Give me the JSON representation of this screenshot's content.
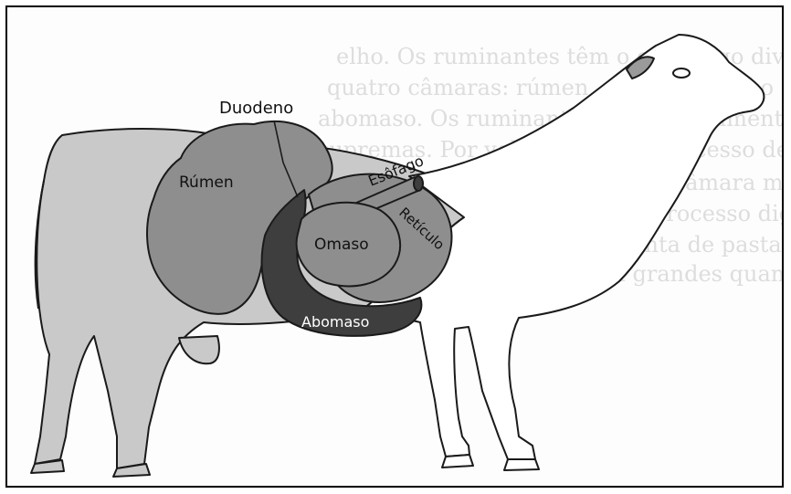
{
  "diagram": {
    "labels": {
      "duodeno": "Duodeno",
      "rumen": "Rúmen",
      "esofago": "Esôfago",
      "omaso": "Omaso",
      "reticulo": "Retículo",
      "abomaso": "Abomaso"
    },
    "colors": {
      "body_fill": "#c9c9c9",
      "organ_fill": "#8e8e8e",
      "abomaso_fill": "#3e3e3e",
      "outline": "#1a1a1a",
      "background_text": "#b8b8b8"
    },
    "show_through_text": [
      "elho. Os ruminantes têm o estômago dividido",
      "quatro câmaras: rúmen, retículo, omaso e",
      "abomaso. Os ruminantes ingerem alimentos fibro-",
      "supremas. Por volta do fim do processo de",
      "observe que o rúmen é a câmara maior",
      "e de sinais distintos do processo digestivo",
      "mamífero que se alimenta de pastagem",
      "obtêm o alimento em grandes quantidades"
    ]
  }
}
